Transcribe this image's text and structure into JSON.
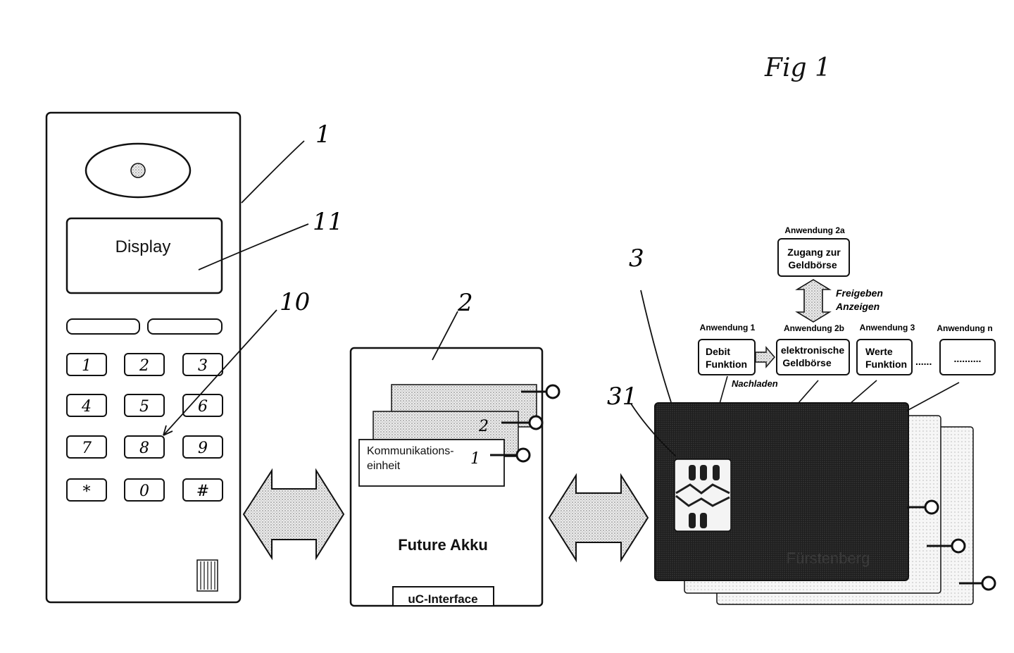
{
  "figure": {
    "label": "Fig 1"
  },
  "phone": {
    "ref": "1",
    "display": {
      "ref": "11",
      "text": "Display"
    },
    "keypad": {
      "ref": "10",
      "keys": [
        "1",
        "2",
        "3",
        "4",
        "5",
        "6",
        "7",
        "8",
        "9",
        "*",
        "0",
        "#"
      ]
    }
  },
  "akku": {
    "ref": "2",
    "title": "Future Akku",
    "interface": "uC-Interface",
    "modules": [
      {
        "number": "",
        "label": ""
      },
      {
        "number": "2",
        "label": ""
      },
      {
        "number": "1",
        "label": "Kommunikations-\neinheit"
      }
    ]
  },
  "card": {
    "ref": "3",
    "chip_ref": "31",
    "card_text": "Fürstenberg"
  },
  "applications": {
    "app2a": {
      "title": "Anwendung 2a",
      "line1": "Zugang zur",
      "line2": "Geldbörse"
    },
    "exchange": {
      "line1": "Freigeben",
      "line2": "Anzeigen"
    },
    "app1": {
      "title": "Anwendung 1",
      "line1": "Debit",
      "line2": "Funktion"
    },
    "app2b": {
      "title": "Anwendung 2b",
      "line1": "elektronische",
      "line2": "Geldbörse"
    },
    "app3": {
      "title": "Anwendung 3",
      "line1": "Werte",
      "line2": "Funktion"
    },
    "appn": {
      "title": "Anwendung n",
      "line1": "..........",
      "line2": ""
    },
    "reload": "Nachladen",
    "ellipsis": "......"
  },
  "colors": {
    "ink": "#111111",
    "card_dark": "#1c1c1c",
    "arrow_fill": "#c9c9c9",
    "paper": "#ffffff"
  }
}
